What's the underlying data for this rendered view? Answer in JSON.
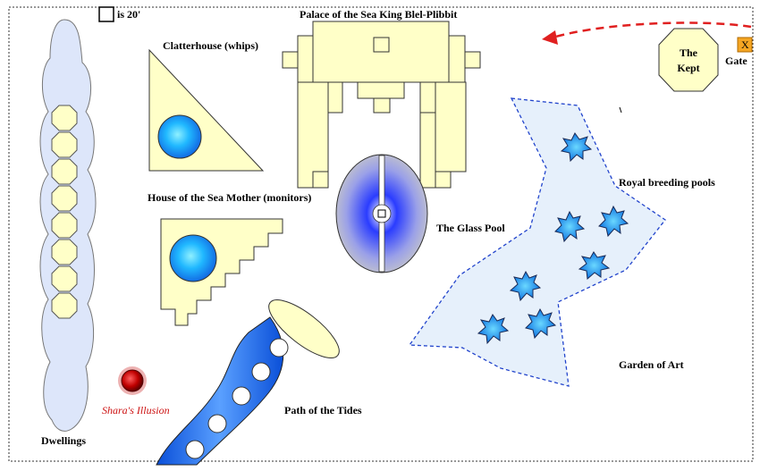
{
  "scale": {
    "label": "is 20'"
  },
  "labels": {
    "palace": "Palace of the Sea King Blel-Plibbit",
    "clatterhouse": "Clatterhouse (whips)",
    "sea_mother": "House of the Sea Mother (monitors)",
    "glass_pool": "The Glass Pool",
    "breeding_pools": "Royal breeding pools",
    "garden": "Garden of Art",
    "path_tides": "Path of the Tides",
    "dwellings": "Dwellings",
    "illusion": "Shara's Illusion",
    "kept_line1": "The",
    "kept_line2": "Kept",
    "gate": "Gate",
    "gate_marker": "X"
  },
  "colors": {
    "building_fill": "#ffffc8",
    "cloud_fill": "#dde6fa",
    "garden_fill": "#e6f0fb",
    "route_red": "#e02020",
    "water_blue": "#1e90ff",
    "gate_orange": "#f5a623"
  }
}
